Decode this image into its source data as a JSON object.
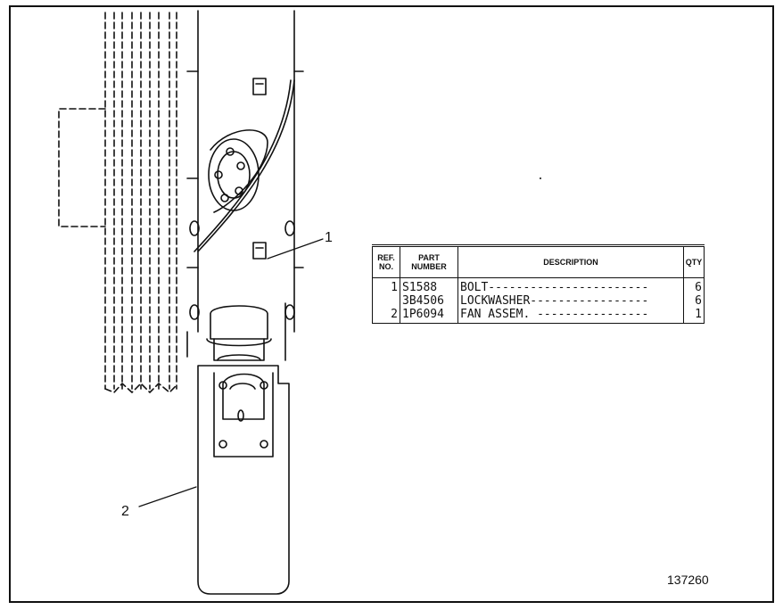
{
  "figure_number": "137260",
  "callouts": [
    {
      "label": "1"
    },
    {
      "label": "2"
    }
  ],
  "parts_table": {
    "headers": {
      "ref_no": "REF. NO.",
      "part_number": "PART NUMBER",
      "description": "DESCRIPTION",
      "qty": "QTY"
    },
    "rows": [
      {
        "ref": "1",
        "part": "S1588",
        "description": "BOLT-----------------------",
        "qty": "6"
      },
      {
        "ref": "",
        "part": "3B4506",
        "description": "LOCKWASHER-----------------",
        "qty": "6"
      },
      {
        "ref": "2",
        "part": "1P6094",
        "description": "FAN ASSEM. ----------------",
        "qty": "1"
      }
    ]
  }
}
